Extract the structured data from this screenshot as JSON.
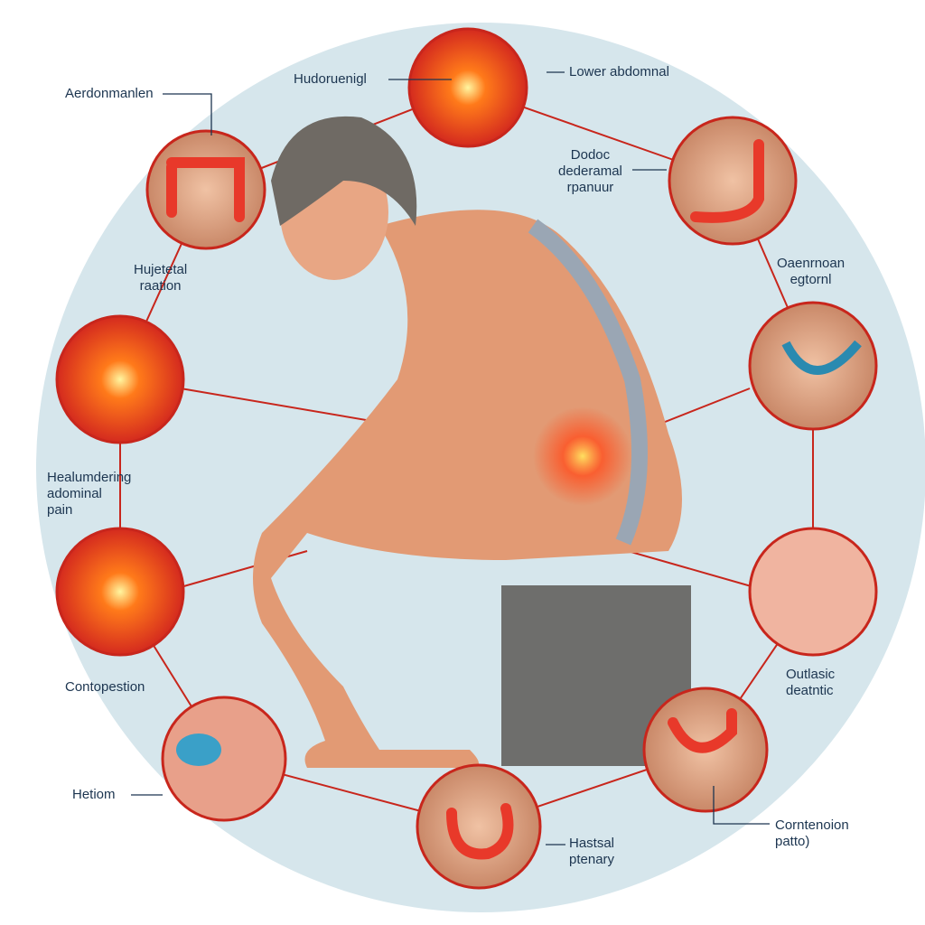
{
  "labels": {
    "top_left_callout": "Hudoruenigl",
    "top_right_callout": "Lower abdomnal",
    "intestine": "Aerdonmanlen",
    "left_upper": "Hujetetal\nraation",
    "duodenal": "Dodoc\ndederamal\nrpanuur",
    "right_upper": "Oaenrnoan\negtornl",
    "abdominal_pain": "Healumdering\nadominal\npain",
    "left_lower": "Contopestion",
    "bottom_left": "Hetiom",
    "right_lower": "Outlasic\ndeatntic",
    "bottom": "Hastsal\nptenary",
    "bottom_right": "Corntenoion\npatto)"
  },
  "colors": {
    "accent": "#d42a1e",
    "background": "#d6e6ec",
    "text": "#1c3550",
    "skin": "#e8a07a"
  }
}
